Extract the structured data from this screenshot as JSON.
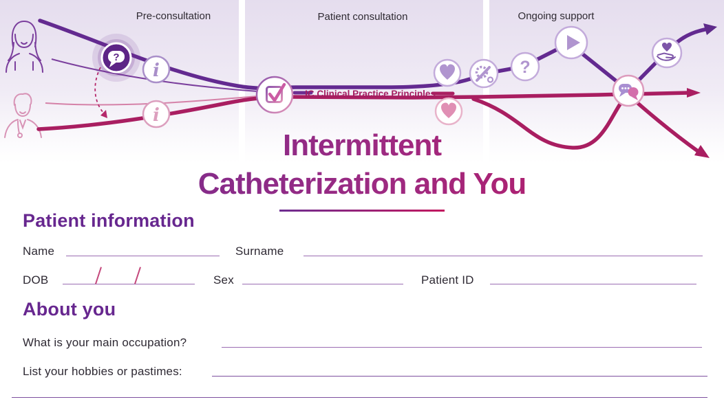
{
  "journey": {
    "stages": [
      {
        "label": "Pre-consultation"
      },
      {
        "label": "Patient consultation"
      },
      {
        "label": "Ongoing support"
      }
    ],
    "banner": "IC Clinical Practice Principles",
    "icon_names": [
      "patient-icon",
      "clinician-icon",
      "question-bubble-icon",
      "info-icon",
      "info-icon",
      "checklist-icon",
      "heart-icon",
      "heart-icon",
      "tools-icon",
      "question-icon",
      "play-icon",
      "chat-icon",
      "hand-heart-icon",
      "arrow-icon"
    ]
  },
  "title": {
    "line1": "Intermittent",
    "line2": "Catheterization and You"
  },
  "patient_information": {
    "heading": "Patient information",
    "fields": {
      "name": "Name",
      "surname": "Surname",
      "dob": "DOB",
      "sex": "Sex",
      "patient_id": "Patient ID"
    }
  },
  "about_you": {
    "heading": "About you",
    "questions": {
      "occupation": "What is your main occupation?",
      "hobbies": "List your hobbies or pastimes:"
    }
  },
  "colors": {
    "purple": "#662d91",
    "crimson": "#a91e61",
    "lavender": "#b095cf",
    "pink": "#df93b7",
    "title_gradient_start": "#6d2d91",
    "title_gradient_end": "#c2175e",
    "field_line": "#9a6cb2"
  }
}
